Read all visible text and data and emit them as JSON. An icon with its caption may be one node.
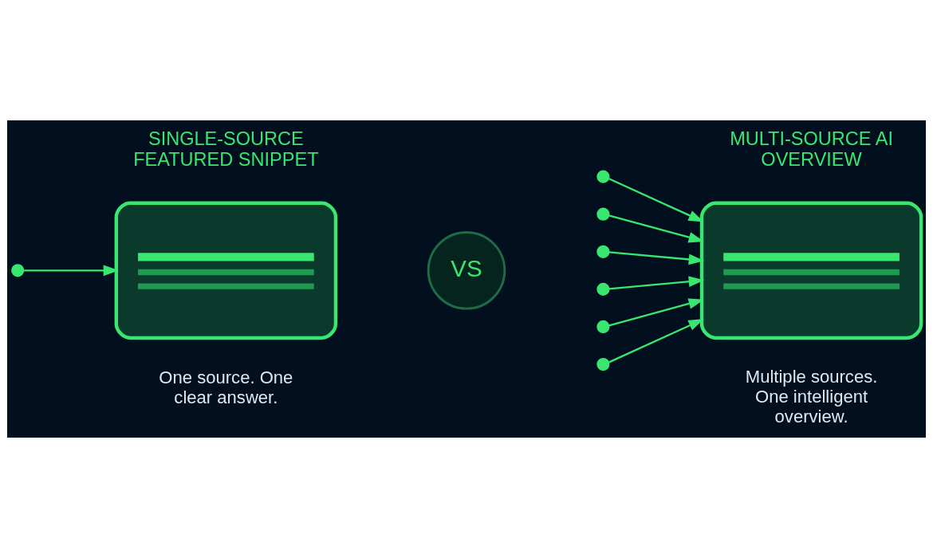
{
  "diagram": {
    "nodes": [
      {
        "text": [],
        "shape": "circle"
      },
      {
        "text": [],
        "shape": "box"
      },
      {
        "text": [
          "VS"
        ]
      },
      {
        "text": [],
        "shape": "circle"
      },
      {
        "text": [],
        "shape": "circle"
      },
      {
        "text": [],
        "shape": "circle"
      },
      {
        "text": [],
        "shape": "circle"
      },
      {
        "text": [],
        "shape": "circle"
      },
      {
        "text": [],
        "shape": "circle"
      },
      {
        "text": [],
        "shape": "box"
      }
    ],
    "edges": [
      {
        "from": 0,
        "to": 1,
        "arrow": "to"
      },
      {
        "from": 3,
        "to": 9,
        "arrow": "to"
      },
      {
        "from": 4,
        "to": 9,
        "arrow": "to"
      },
      {
        "from": 5,
        "to": 9,
        "arrow": "to"
      },
      {
        "from": 6,
        "to": 9,
        "arrow": "to"
      },
      {
        "from": 7,
        "to": 9,
        "arrow": "to"
      },
      {
        "from": 8,
        "to": 9,
        "arrow": "to"
      }
    ],
    "labels": [
      "SINGLE-SOURCE FEATURED SNIPPET",
      "MULTI-SOURCE AI OVERVIEW",
      "One source. One clear answer.",
      "Multiple sources. One intelligent overview."
    ]
  }
}
